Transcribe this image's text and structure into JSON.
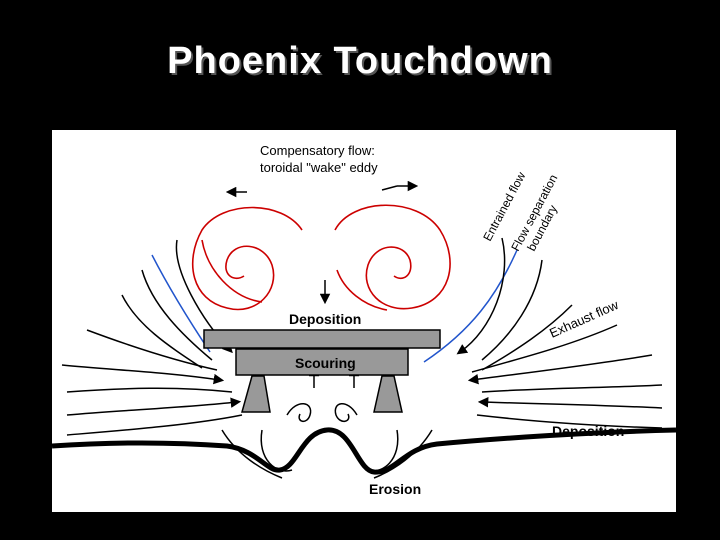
{
  "slide": {
    "title": "Phoenix Touchdown"
  },
  "diagram": {
    "labels": {
      "compensatory_line1": "Compensatory flow:",
      "compensatory_line2": "toroidal \"wake\" eddy",
      "entrained_flow": "Entrained flow",
      "flow_separation_line1": "Flow separation",
      "flow_separation_line2": "boundary",
      "exhaust_flow": "Exhaust flow",
      "deposition_top": "Deposition",
      "scouring": "Scouring",
      "deposition_right": "Deposition",
      "erosion": "Erosion"
    },
    "colors": {
      "eddy": "#cc0000",
      "separation_boundary": "#2255cc",
      "lander": "#999999",
      "streamlines": "#000000"
    }
  }
}
